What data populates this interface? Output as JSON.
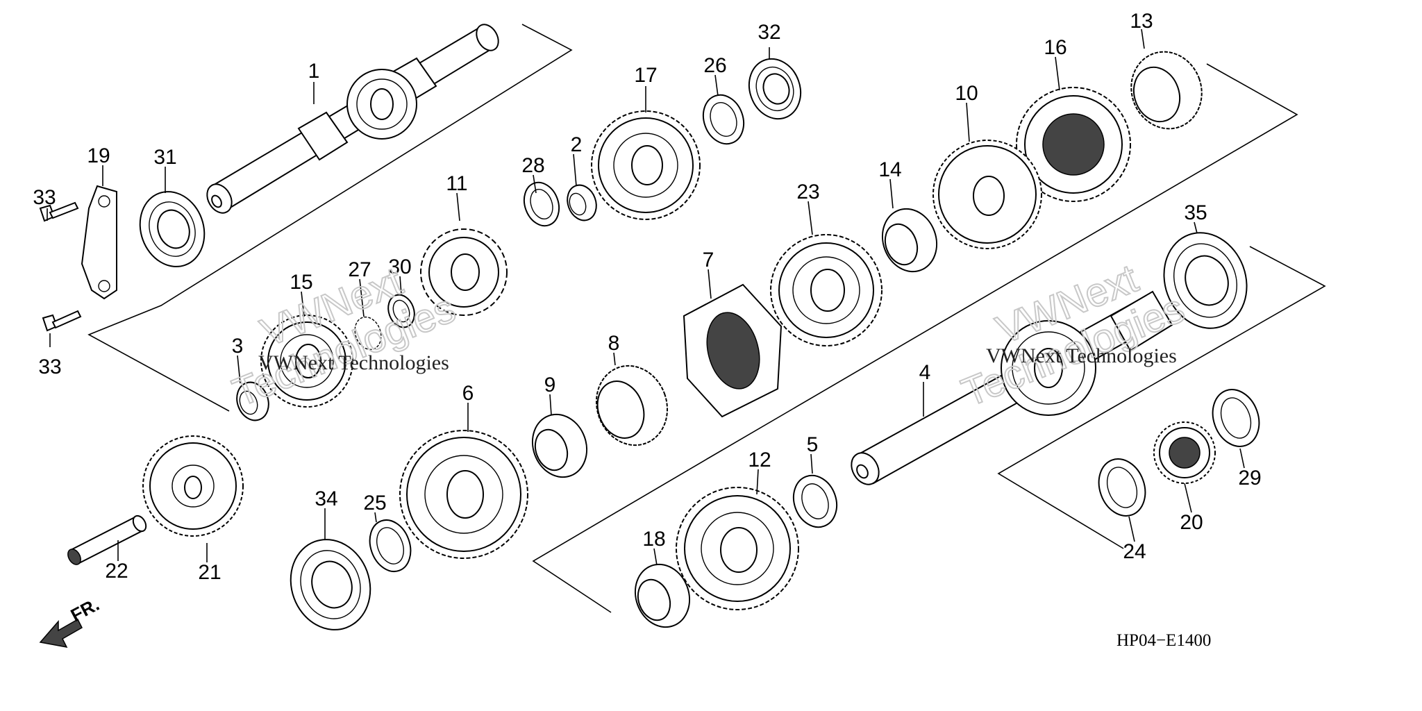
{
  "callouts": {
    "c1": "1",
    "c2": "2",
    "c3": "3",
    "c4": "4",
    "c5": "5",
    "c6": "6",
    "c7": "7",
    "c8": "8",
    "c9": "9",
    "c10": "10",
    "c11": "11",
    "c12": "12",
    "c13": "13",
    "c14": "14",
    "c15": "15",
    "c16": "16",
    "c17": "17",
    "c18": "18",
    "c19": "19",
    "c20": "20",
    "c21": "21",
    "c22": "22",
    "c23": "23",
    "c24": "24",
    "c25": "25",
    "c26": "26",
    "c27": "27",
    "c28": "28",
    "c29": "29",
    "c30": "30",
    "c31": "31",
    "c32": "32",
    "c33a": "33",
    "c33b": "33",
    "c34": "34",
    "c35": "35"
  },
  "direction_label": "FR.",
  "diagram_code": "HP04−E1400",
  "watermark": {
    "line1": "VWNext",
    "line2": "Technologies",
    "small": "VWNext Technologies"
  }
}
